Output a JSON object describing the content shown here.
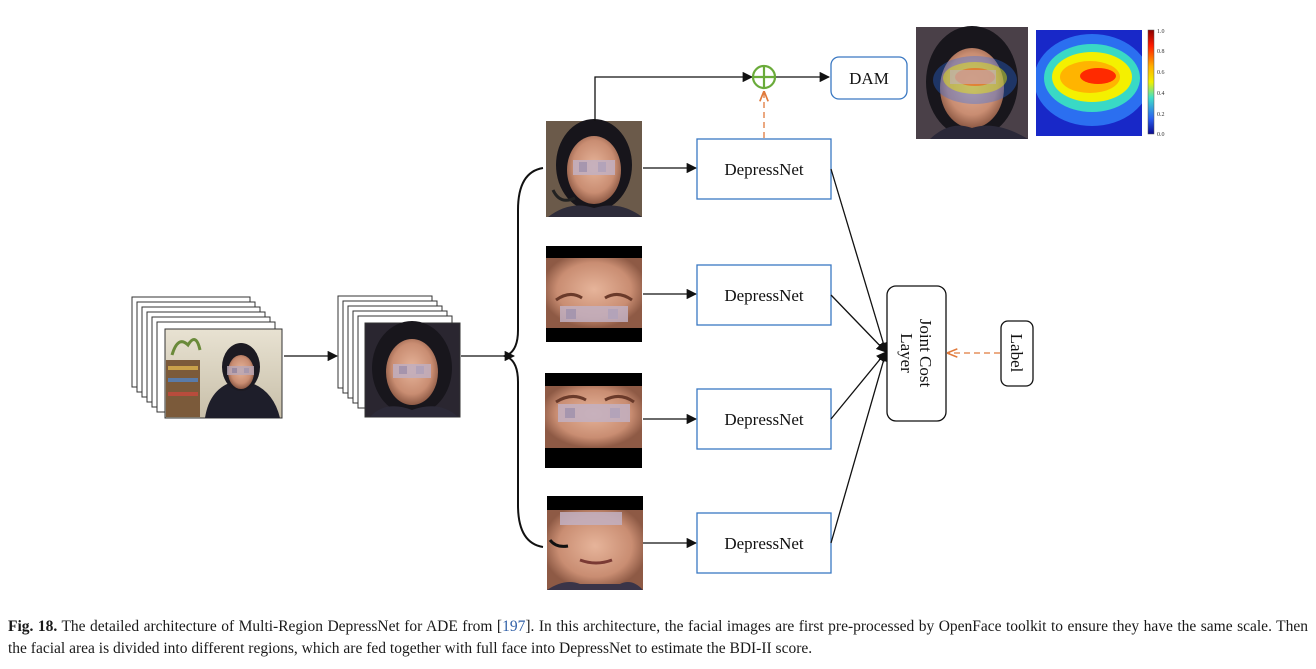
{
  "modules": {
    "depressnet_1": "DepressNet",
    "depressnet_2": "DepressNet",
    "depressnet_3": "DepressNet",
    "depressnet_4": "DepressNet",
    "dam": "DAM",
    "joint_cost_line1": "Joint Cost",
    "joint_cost_line2": "Layer",
    "label": "Label"
  },
  "colorbar": {
    "ticks": [
      "1.0",
      "0.8",
      "0.6",
      "0.4",
      "0.2",
      "0.0"
    ]
  },
  "caption": {
    "figure_label": "Fig. 18.",
    "text_before_ref": " The detailed architecture of Multi-Region DepressNet for ADE from [",
    "ref": "197",
    "text_after_ref": "]. In this architecture, the facial images are first pre-processed by OpenFace toolkit to ensure they have the same scale. Then the facial area is divided into different regions, which are fed together with full face into DepressNet to estimate the BDI-II score."
  },
  "colors": {
    "box_border": "#3a78c2",
    "arrow": "#111111",
    "dashed_arrow": "#e07a3c",
    "plus_circle": "#6aab3a"
  }
}
